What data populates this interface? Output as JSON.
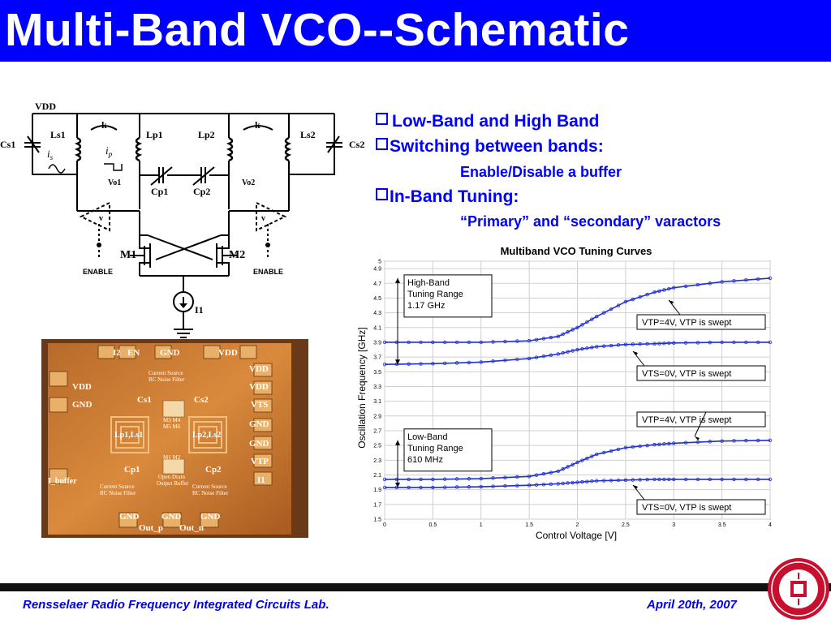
{
  "slide": {
    "title": "Multi-Band VCO--Schematic",
    "bullets": {
      "b1": "Low-Band and High Band",
      "b2": "Switching between bands:",
      "b2_sub": "Enable/Disable a buffer",
      "b3": "In-Band Tuning:",
      "b3_sub": "“Primary” and “secondary”  varactors"
    },
    "footer": {
      "lab": "Rensselaer Radio Frequency Integrated Circuits Lab.",
      "date": "April  20th, 2007"
    }
  },
  "schematic": {
    "vdd": "VDD",
    "cs1": "Cs1",
    "cs2": "Cs2",
    "ls1": "Ls1",
    "ls2": "Ls2",
    "lp1": "Lp1",
    "lp2": "Lp2",
    "k1": "k",
    "k2": "k",
    "is": "i",
    "is_sub": "s",
    "ip": "i",
    "ip_sub": "p",
    "vo1": "Vo1",
    "vo2": "Vo2",
    "cp1": "Cp1",
    "cp2": "Cp2",
    "buf_l": "v",
    "buf_r": "v",
    "m1": "M1",
    "m2": "M2",
    "enable_l": "ENABLE",
    "enable_r": "ENABLE",
    "i1": "I1"
  },
  "die_photo": {
    "labels": {
      "i2": "I2",
      "en": "EN",
      "gnd_top": "GND",
      "vdd_top": "VDD",
      "cs_top1": "Current Source",
      "cs_top2": "RC Noise Filter",
      "vdd_l": "VDD",
      "gnd_l": "GND",
      "vdd_r": "VDD",
      "vdd_r2": "VDD",
      "vts_r": "VTS",
      "gnd_r": "GND",
      "gnd_r2": "GND",
      "vtp_r": "VTP",
      "i1_r": "I1",
      "cs1": "Cs1",
      "cs2": "Cs2",
      "m3m4": "M3 M4",
      "m5m6": "M5 M6",
      "lp1ls1": "Lp1,Ls1",
      "lp2ls2": "Lp2,Ls2",
      "m1m2": "M1 M2",
      "od1": "Open Drain",
      "od2": "Output Buffer",
      "cp1": "Cp1",
      "cp2": "Cp2",
      "ibuf": "I_buffer",
      "csb_l1": "Current Source",
      "csb_l2": "RC Noise Filter",
      "csb_r1": "Current Source",
      "csb_r2": "RC Noise Filter",
      "gnd_b1": "GND",
      "gnd_b2": "GND",
      "gnd_b3": "GND",
      "outp": "Out_p",
      "outn": "Out_n"
    }
  },
  "chart_data": {
    "type": "line",
    "title": "Multiband VCO Tuning Curves",
    "xlabel": "Control Voltage [V]",
    "ylabel": "Oscillation Frequency [GHz]",
    "xlim": [
      0,
      4
    ],
    "ylim": [
      1.5,
      5
    ],
    "xticks": [
      "0",
      "0.5",
      "1",
      "1.5",
      "2",
      "2.5",
      "3",
      "3.5",
      "4"
    ],
    "yticks": [
      "1.5",
      "1.7",
      "1.9",
      "2.1",
      "2.3",
      "2.5",
      "2.7",
      "2.9",
      "3.1",
      "3.3",
      "3.5",
      "3.7",
      "3.9",
      "4.1",
      "4.3",
      "4.5",
      "4.7",
      "4.9",
      "5"
    ],
    "grid": true,
    "x": [
      0,
      0.5,
      1,
      1.5,
      1.8,
      2,
      2.2,
      2.5,
      2.8,
      3,
      3.5,
      4
    ],
    "series": [
      {
        "values": [
          3.9,
          3.9,
          3.9,
          3.92,
          3.98,
          4.1,
          4.25,
          4.45,
          4.58,
          4.64,
          4.72,
          4.77
        ]
      },
      {
        "values": [
          3.6,
          3.61,
          3.63,
          3.68,
          3.74,
          3.8,
          3.84,
          3.87,
          3.88,
          3.89,
          3.9,
          3.9
        ]
      },
      {
        "values": [
          2.04,
          2.04,
          2.05,
          2.08,
          2.15,
          2.27,
          2.38,
          2.47,
          2.51,
          2.53,
          2.56,
          2.57
        ]
      },
      {
        "values": [
          1.93,
          1.93,
          1.94,
          1.96,
          1.98,
          2.0,
          2.02,
          2.03,
          2.04,
          2.04,
          2.04,
          2.04
        ]
      }
    ],
    "annotations": {
      "hb_range": [
        "High-Band",
        "Tuning Range",
        "1.17 GHz"
      ],
      "lb_range": [
        "Low-Band",
        "Tuning Range",
        "610 MHz"
      ],
      "c1": "VTP=4V, VTP is swept",
      "c2": "VTS=0V, VTP is swept",
      "c3": "VTP=4V, VTP is swept",
      "c4": "VTS=0V, VTP is swept"
    },
    "colors": {
      "line": "#1f2fd0"
    }
  }
}
